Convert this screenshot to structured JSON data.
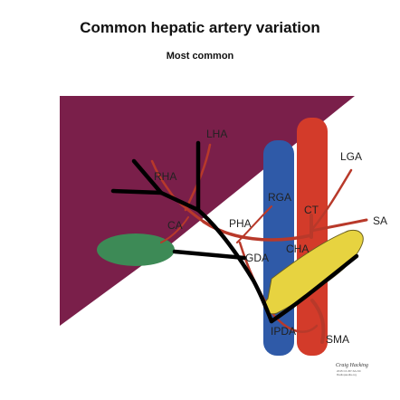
{
  "title": "Common hepatic artery variation",
  "subtitle": "Most common",
  "labels": {
    "lha": "LHA",
    "rha": "RHA",
    "lga": "LGA",
    "rga": "RGA",
    "ct": "CT",
    "sa": "SA",
    "ca": "CA",
    "pha": "PHA",
    "cha": "CHA",
    "gda": "GDA",
    "ipda": "IPDA",
    "sma": "SMA"
  },
  "credit": {
    "signature": "Craig Hacking",
    "license": "2015 CC-BY-SA-NC",
    "site": "Radiopaedia.org"
  },
  "colors": {
    "liver": "#7a1f4a",
    "gallbladder": "#3d8a56",
    "aorta": "#d33b2a",
    "ivc": "#2f5aa8",
    "pancreas": "#e7d340",
    "artery": "#b8392a",
    "bile_duct": "#000000"
  }
}
